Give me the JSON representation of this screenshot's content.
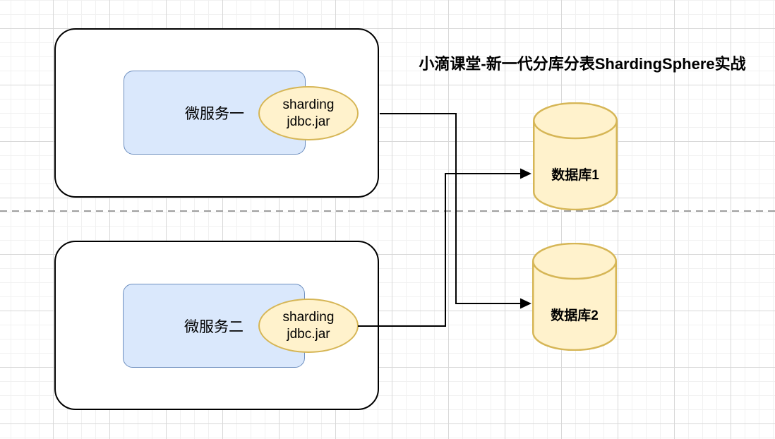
{
  "title": {
    "text": "小滴课堂-新一代分库分表ShardingSphere实战"
  },
  "services": [
    {
      "name": "微服务一",
      "jar": "sharding\njdbc.jar"
    },
    {
      "name": "微服务二",
      "jar": "sharding\njdbc.jar"
    }
  ],
  "databases": [
    {
      "name": "数据库1"
    },
    {
      "name": "数据库2"
    }
  ],
  "connections": [
    {
      "from": "微服务一 sharding jdbc.jar",
      "to": "数据库2"
    },
    {
      "from": "微服务二 sharding jdbc.jar",
      "to": "数据库1"
    }
  ],
  "colors": {
    "container_fill": "#ffffff",
    "container_stroke": "#000000",
    "service_fill": "#dae8fc",
    "service_stroke": "#6c8ebf",
    "jar_fill": "#fff2cc",
    "jar_stroke": "#d6b656",
    "db_fill": "#fff2cc",
    "db_stroke": "#d6b656",
    "connector": "#000000",
    "divider": "#a0a0a0",
    "grid_minor": "#f1f1f1",
    "grid_major": "#d8d8d8"
  }
}
